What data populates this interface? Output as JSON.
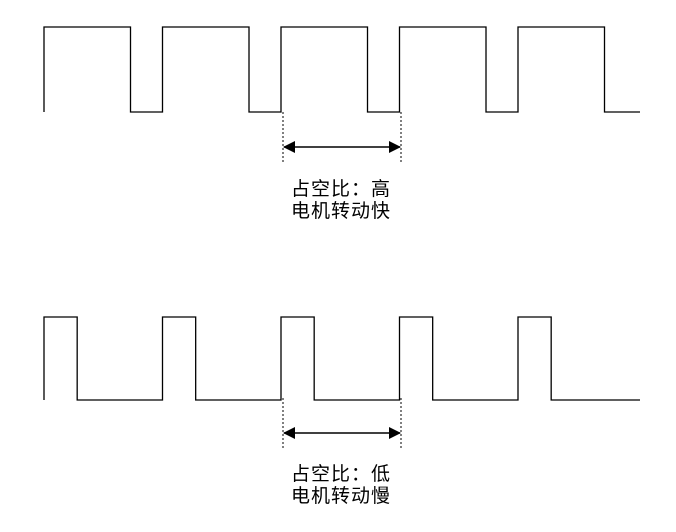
{
  "high_duty": {
    "line1": "占空比：高",
    "line2": "电机转动快",
    "duty_fraction": 0.73
  },
  "low_duty": {
    "line1": "占空比：低",
    "line2": "电机转动慢",
    "duty_fraction": 0.28
  },
  "waveform": {
    "periods": 5,
    "color": "#000000"
  }
}
